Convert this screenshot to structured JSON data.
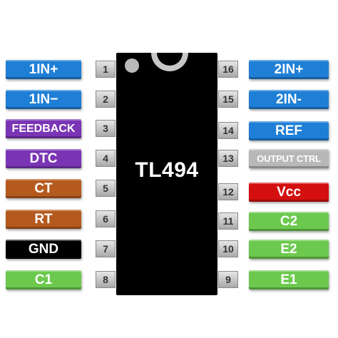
{
  "chip": {
    "name": "TL494"
  },
  "colors": {
    "blue": "#1f7fd6",
    "purple": "#7a35b5",
    "brown": "#b55a1f",
    "black": "#000000",
    "green": "#6cc94e",
    "gray": "#b8b8b8",
    "red": "#d40f0f"
  },
  "left_pins": [
    {
      "number": "1",
      "label": "1IN+",
      "color": "#1f7fd6"
    },
    {
      "number": "2",
      "label": "1IN−",
      "color": "#1f7fd6"
    },
    {
      "number": "3",
      "label": "FEEDBACK",
      "color": "#7a35b5"
    },
    {
      "number": "4",
      "label": "DTC",
      "color": "#7a35b5"
    },
    {
      "number": "5",
      "label": "CT",
      "color": "#b55a1f"
    },
    {
      "number": "6",
      "label": "RT",
      "color": "#b55a1f"
    },
    {
      "number": "7",
      "label": "GND",
      "color": "#000000"
    },
    {
      "number": "8",
      "label": "C1",
      "color": "#6cc94e"
    }
  ],
  "right_pins": [
    {
      "number": "16",
      "label": "2IN+",
      "color": "#1f7fd6"
    },
    {
      "number": "15",
      "label": "2IN-",
      "color": "#1f7fd6"
    },
    {
      "number": "14",
      "label": "REF",
      "color": "#1f7fd6"
    },
    {
      "number": "13",
      "label": "OUTPUT CTRL",
      "color": "#b8b8b8"
    },
    {
      "number": "12",
      "label": "Vcc",
      "color": "#d40f0f"
    },
    {
      "number": "11",
      "label": "C2",
      "color": "#6cc94e"
    },
    {
      "number": "10",
      "label": "E2",
      "color": "#6cc94e"
    },
    {
      "number": "9",
      "label": "E1",
      "color": "#6cc94e"
    }
  ]
}
